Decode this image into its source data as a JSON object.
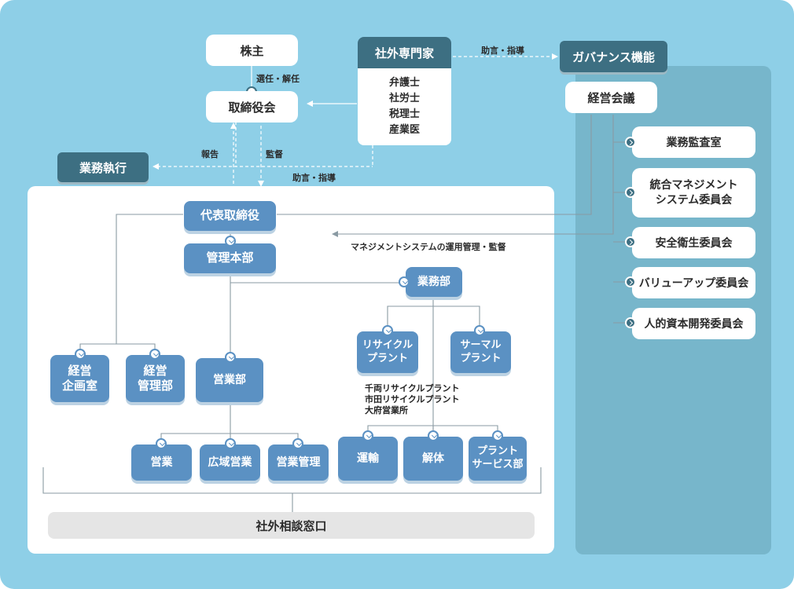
{
  "shareholders": "株主",
  "board": "取締役会",
  "external_experts": {
    "title": "社外専門家",
    "members": [
      "弁護士",
      "社労士",
      "税理士",
      "産業医"
    ]
  },
  "business_execution": "業務執行",
  "governance": {
    "title": "ガバナンス機能",
    "council": "経営会議",
    "committees": [
      "業務監査室",
      "統合マネジメント\nシステム委員会",
      "安全衛生委員会",
      "バリューアップ委員会",
      "人的資本開発委員会"
    ]
  },
  "labels": {
    "elect_dismiss": "選任・解任",
    "advice_governance": "助言・指導",
    "report": "報告",
    "supervise": "監督",
    "advice_exec": "助言・指導",
    "ms_supervision": "マネジメントシステムの運用管理・監督"
  },
  "org": {
    "ceo": "代表取締役",
    "admin_hq": "管理本部",
    "business_dept": "業務部",
    "mgmt_planning": "経営\n企画室",
    "mgmt_admin": "経営\n管理部",
    "sales_dept": "営業部",
    "recycle_plant": "リサイクル\nプラント",
    "thermal_plant": "サーマル\nプラント",
    "locations": [
      "千両リサイクルプラント",
      "市田リサイクルプラント",
      "大府営業所"
    ],
    "sales": "営業",
    "regional_sales": "広域営業",
    "sales_mgmt": "営業管理",
    "transport": "運輸",
    "dismantling": "解体",
    "plant_service": "プラント\nサービス部"
  },
  "consultation": "社外相談窓口",
  "colors": {
    "background": "#8ecfe7",
    "dark_box": "#3d6f82",
    "blue_box": "#5b91c3",
    "gov_panel": "#77b6cb"
  }
}
